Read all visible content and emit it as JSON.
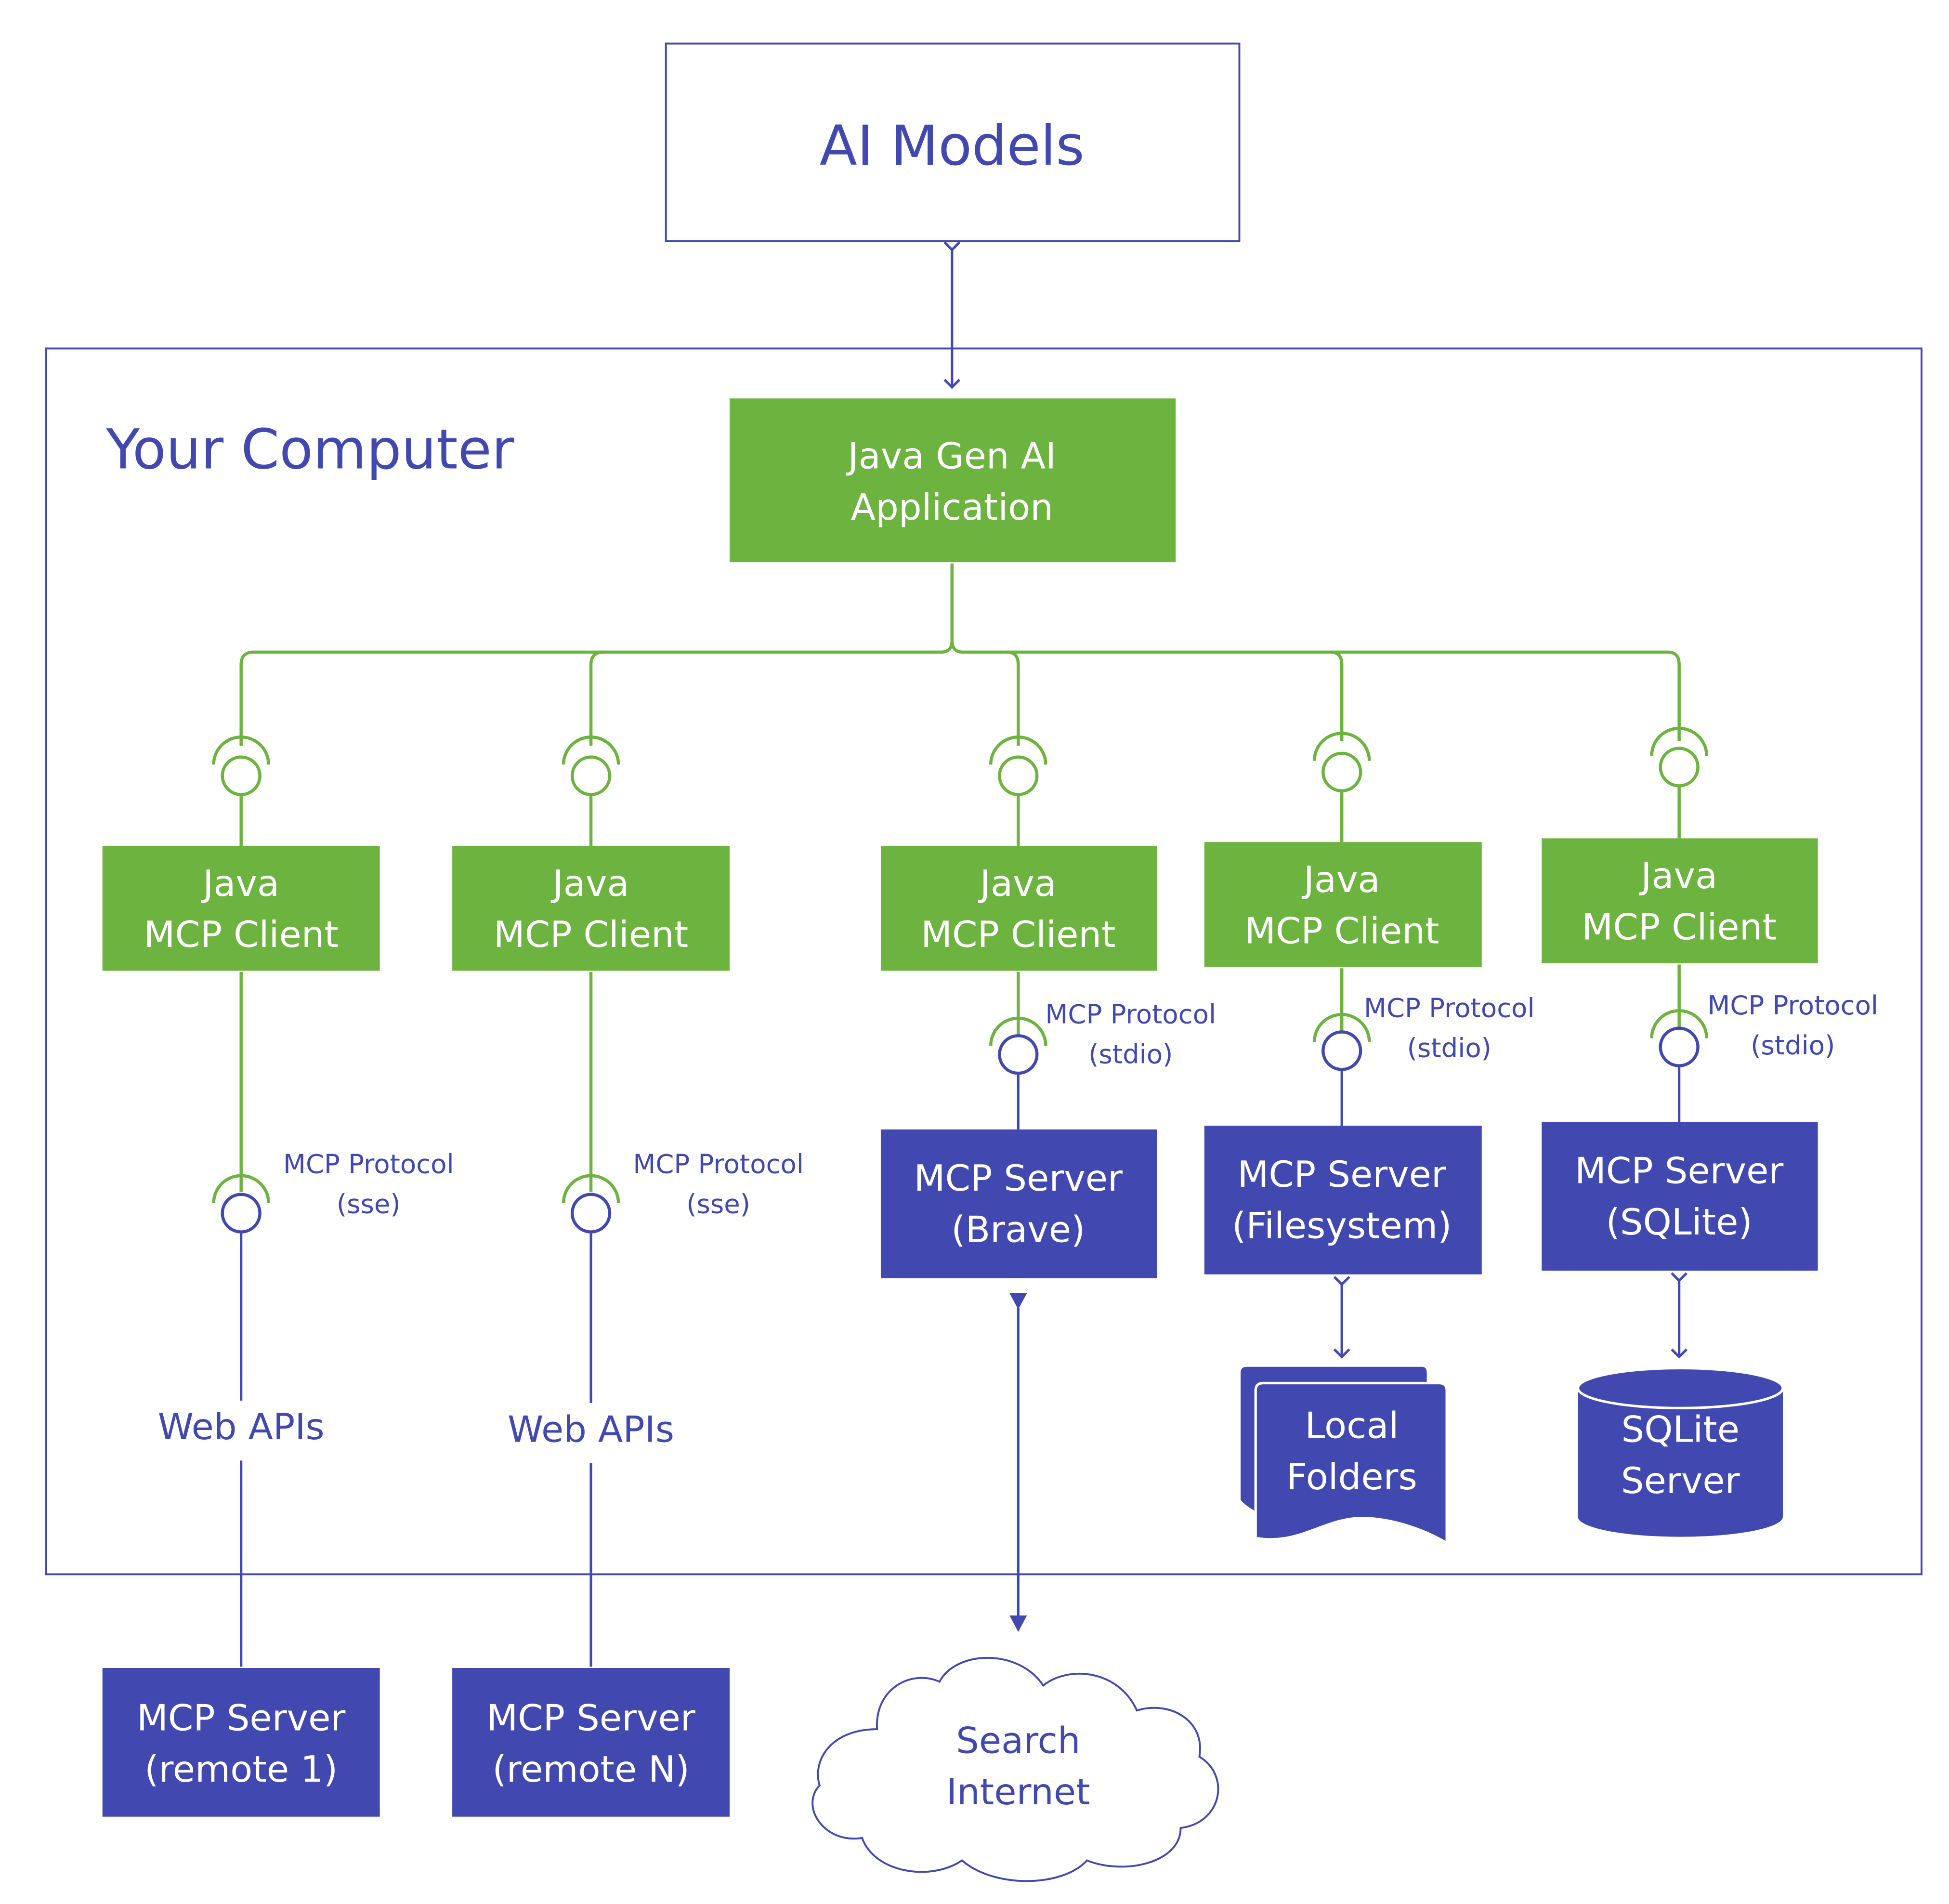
{
  "colors": {
    "blue": "#4148b0",
    "green": "#6db33f",
    "white": "#ffffff"
  },
  "ai_models": {
    "label": "AI Models"
  },
  "computer": {
    "label": "Your Computer"
  },
  "app": {
    "line1": "Java Gen AI",
    "line2": "Application"
  },
  "clients": [
    {
      "line1": "Java",
      "line2": "MCP Client"
    },
    {
      "line1": "Java",
      "line2": "MCP Client"
    },
    {
      "line1": "Java",
      "line2": "MCP Client"
    },
    {
      "line1": "Java",
      "line2": "MCP Client"
    },
    {
      "line1": "Java",
      "line2": "MCP Client"
    }
  ],
  "protocols": [
    {
      "line1": "MCP Protocol",
      "line2": "(sse)"
    },
    {
      "line1": "MCP Protocol",
      "line2": "(sse)"
    },
    {
      "line1": "MCP Protocol",
      "line2": "(stdio)"
    },
    {
      "line1": "MCP Protocol",
      "line2": "(stdio)"
    },
    {
      "line1": "MCP Protocol",
      "line2": "(stdio)"
    }
  ],
  "web_apis": [
    "Web APIs",
    "Web APIs"
  ],
  "local_servers": [
    {
      "line1": "MCP Server",
      "line2": "(Brave)"
    },
    {
      "line1": "MCP Server",
      "line2": "(Filesystem)"
    },
    {
      "line1": "MCP Server",
      "line2": "(SQLite)"
    }
  ],
  "remote_servers": [
    {
      "line1": "MCP Server",
      "line2": "(remote 1)"
    },
    {
      "line1": "MCP Server",
      "line2": "(remote N)"
    }
  ],
  "local_folders": {
    "line1": "Local",
    "line2": "Folders"
  },
  "sqlite_db": {
    "line1": "SQLite",
    "line2": "Server"
  },
  "cloud": {
    "line1": "Search",
    "line2": "Internet"
  }
}
